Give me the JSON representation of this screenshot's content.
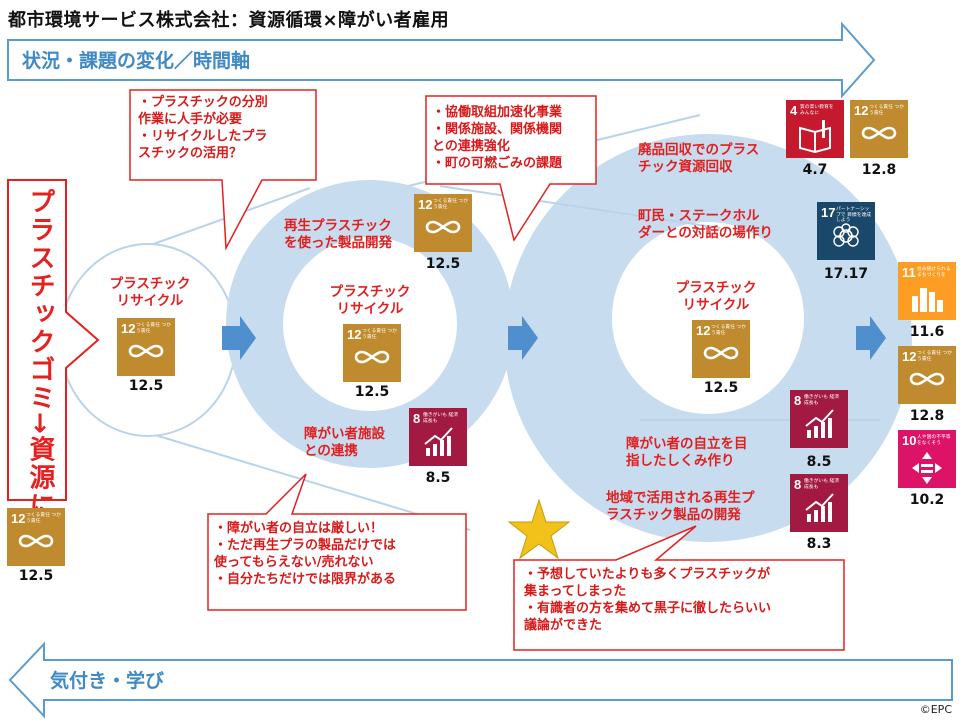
{
  "title": "都市環境サービス株式会社：資源循環×障がい者雇用",
  "top_arrow_label": "状況・課題の変化／時間軸",
  "bottom_arrow_label": "気付き・学び",
  "left_vertical_text": "プラスチックゴミ→資源に！",
  "copyright": "©EPC",
  "circle1": {
    "label_line1": "プラスチック",
    "label_line2": "リサイクル",
    "sdg_value": "12.5"
  },
  "circle2": {
    "top_label_line1": "再生プラスチック",
    "top_label_line2": "を使った製品開発",
    "top_sdg_value": "12.5",
    "center_line1": "プラスチック",
    "center_line2": "リサイクル",
    "center_sdg_value": "12.5",
    "bottom_label_line1": "障がい者施設",
    "bottom_label_line2": "との連携",
    "bottom_sdg_value": "8.5"
  },
  "circle3": {
    "label1_line1": "廃品回収でのプラス",
    "label1_line2": "チック資源回収",
    "label2_line1": "町民・ステークホル",
    "label2_line2": "ダーとの対話の場作り",
    "center_line1": "プラスチック",
    "center_line2": "リサイクル",
    "center_sdg_value": "12.5",
    "label3_line1": "障がい者の自立を目",
    "label3_line2": "指したしくみ作り",
    "label4_line1": "地域で活用される再生プ",
    "label4_line2": "ラスチック製品の開発",
    "sdg_4_value": "4.7",
    "sdg_12_value": "12.8",
    "sdg_17_value": "17.17",
    "sdg_8a_value": "8.5",
    "sdg_8b_value": "8.3"
  },
  "right_column": {
    "v1": "11.6",
    "v2": "12.8",
    "v3": "10.2"
  },
  "bottom_left_sdg_value": "12.5",
  "callout1": {
    "line1": "・プラスチックの分別",
    "line2": "作業に人手が必要",
    "line3": "・リサイクルしたプラ",
    "line4": "スチックの活用？"
  },
  "callout2": {
    "line1": "・協働取組加速化事業",
    "line2": "・関係施設、関係機関",
    "line3": "との連携強化",
    "line4": "・町の可燃ごみの課題"
  },
  "callout3": {
    "line1": "・障がい者の自立は厳しい！",
    "line2": "・ただ再生プラの製品だけでは",
    "line3": "使ってもらえない/売れない",
    "line4": "・自分たちだけでは限界がある"
  },
  "callout4": {
    "line1": "・予想していたよりも多くプラスチックが",
    "line2": "集まってしまった",
    "line3": "・有識者の方を集めて黒子に徹したらいい",
    "line4": "議論ができた"
  },
  "sdg_texts": {
    "g4": "質の高い教育を みんなに",
    "g8": "働きがいも 経済成長も",
    "g10": "人や国の不平等 をなくそう",
    "g11": "住み続けられる まちづくりを",
    "g12": "つくる責任 つかう責任",
    "g17": "パートナーシップで 目標を達成しよう"
  },
  "colors": {
    "accent_red": "#e02020",
    "arrow_blue": "#3f89c4",
    "ring_blue": "#c8dcef",
    "sdg4": "#c5192d",
    "sdg8": "#a21942",
    "sdg10": "#dd1367",
    "sdg11": "#fd9d24",
    "sdg12": "#bf8b2e",
    "sdg17": "#19486a"
  }
}
